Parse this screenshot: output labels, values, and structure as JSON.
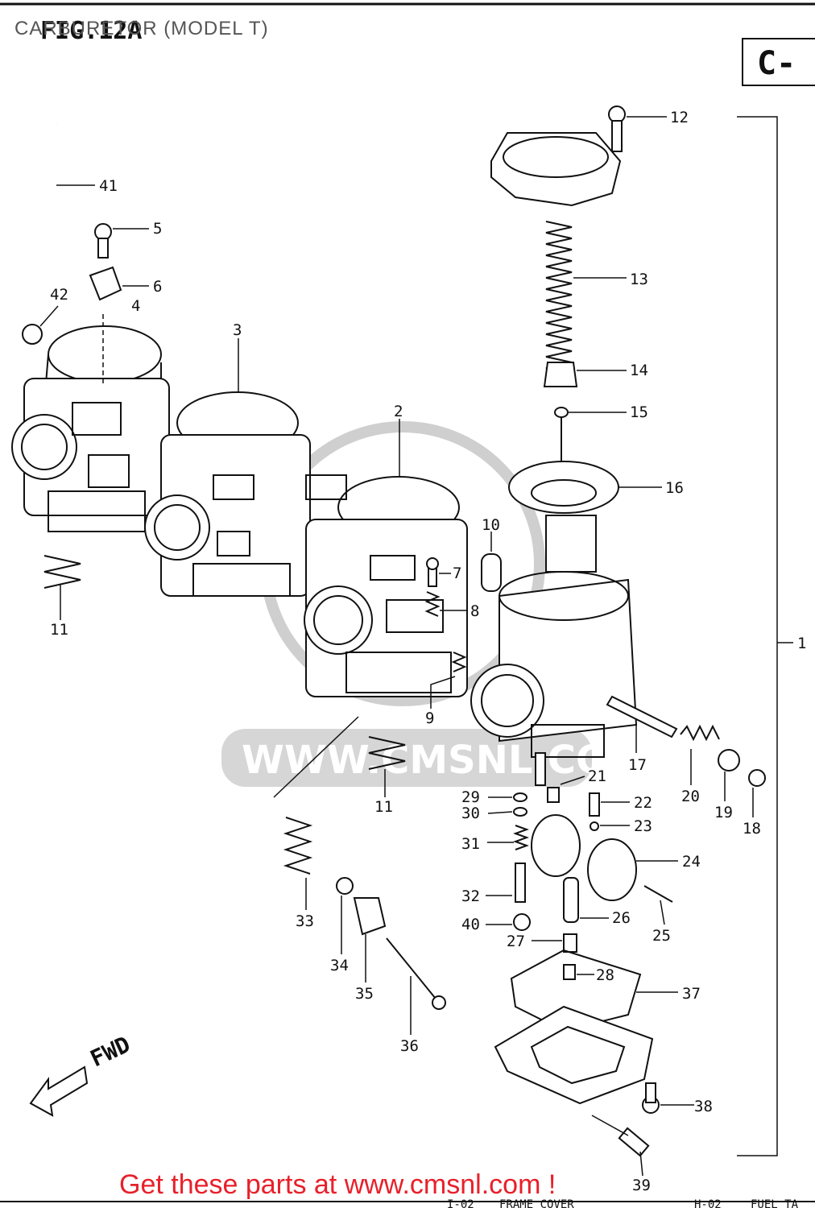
{
  "page": {
    "title": "CARBURETOR (MODEL T)",
    "figure_label": "FIG.12A",
    "section_tag": "C-",
    "cta_text": "Get these parts at www.cmsnl.com !",
    "watermark": "WWW.CMSNL.COM",
    "fwd_label": "FWD",
    "footer_refs": [
      "I-02",
      "FRAME COVER",
      "H-02",
      "FUEL TA"
    ]
  },
  "callouts": [
    "1",
    "2",
    "3",
    "4",
    "5",
    "6",
    "7",
    "8",
    "9",
    "10",
    "11",
    "11",
    "12",
    "13",
    "14",
    "15",
    "16",
    "17",
    "18",
    "19",
    "20",
    "21",
    "22",
    "23",
    "24",
    "25",
    "26",
    "27",
    "28",
    "29",
    "30",
    "31",
    "32",
    "33",
    "34",
    "35",
    "36",
    "37",
    "38",
    "39",
    "40",
    "41",
    "42"
  ]
}
